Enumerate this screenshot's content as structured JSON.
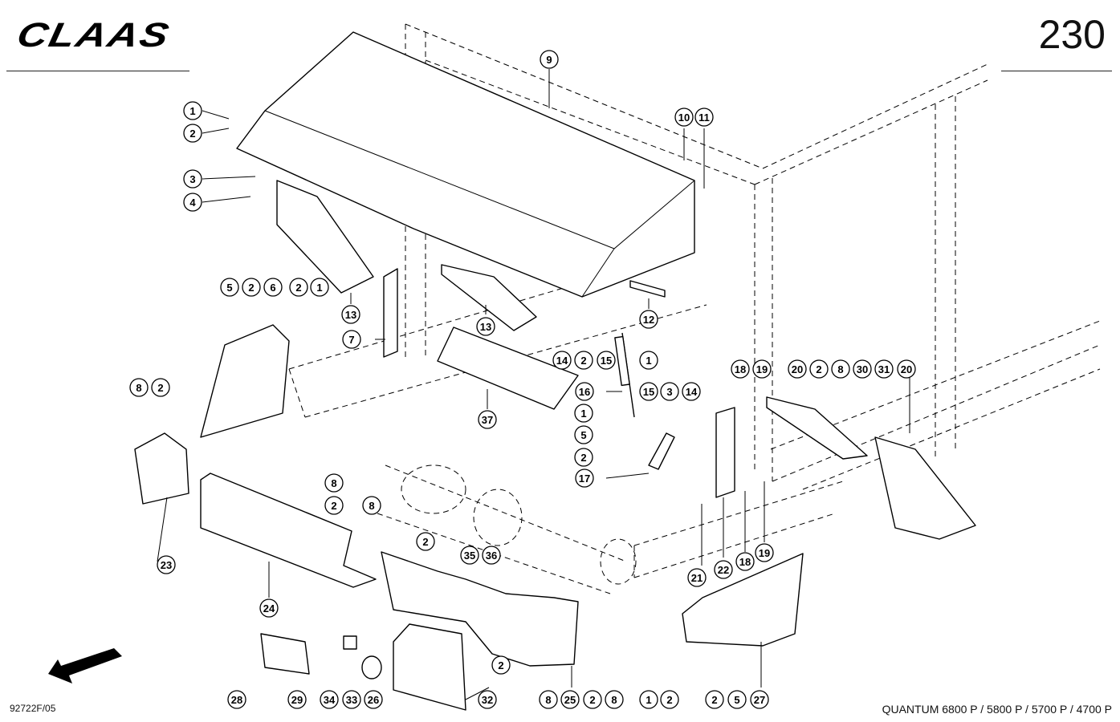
{
  "header": {
    "logo": "CLAAS",
    "page_number": "230"
  },
  "footer": {
    "document_code": "92722F/05",
    "models": "QUANTUM 6800 P / 5800 P / 5700 P / 4700 P"
  },
  "callouts": [
    {
      "label": "1"
    },
    {
      "label": "2"
    },
    {
      "label": "3"
    },
    {
      "label": "4"
    },
    {
      "label": "9"
    },
    {
      "label": "10"
    },
    {
      "label": "11"
    },
    {
      "label": "5"
    },
    {
      "label": "2"
    },
    {
      "label": "6"
    },
    {
      "label": "2"
    },
    {
      "label": "1"
    },
    {
      "label": "13"
    },
    {
      "label": "7"
    },
    {
      "label": "13"
    },
    {
      "label": "12"
    },
    {
      "label": "14"
    },
    {
      "label": "2"
    },
    {
      "label": "15"
    },
    {
      "label": "1"
    },
    {
      "label": "16"
    },
    {
      "label": "15"
    },
    {
      "label": "3"
    },
    {
      "label": "14"
    },
    {
      "label": "1"
    },
    {
      "label": "5"
    },
    {
      "label": "2"
    },
    {
      "label": "17"
    },
    {
      "label": "37"
    },
    {
      "label": "8"
    },
    {
      "label": "2"
    },
    {
      "label": "23"
    },
    {
      "label": "18"
    },
    {
      "label": "19"
    },
    {
      "label": "20"
    },
    {
      "label": "2"
    },
    {
      "label": "8"
    },
    {
      "label": "30"
    },
    {
      "label": "31"
    },
    {
      "label": "20"
    },
    {
      "label": "8"
    },
    {
      "label": "2"
    },
    {
      "label": "8"
    },
    {
      "label": "2"
    },
    {
      "label": "35"
    },
    {
      "label": "36"
    },
    {
      "label": "24"
    },
    {
      "label": "21"
    },
    {
      "label": "22"
    },
    {
      "label": "18"
    },
    {
      "label": "19"
    },
    {
      "label": "2"
    },
    {
      "label": "28"
    },
    {
      "label": "29"
    },
    {
      "label": "34"
    },
    {
      "label": "33"
    },
    {
      "label": "26"
    },
    {
      "label": "32"
    },
    {
      "label": "8"
    },
    {
      "label": "25"
    },
    {
      "label": "2"
    },
    {
      "label": "8"
    },
    {
      "label": "1"
    },
    {
      "label": "2"
    },
    {
      "label": "2"
    },
    {
      "label": "5"
    },
    {
      "label": "27"
    }
  ]
}
